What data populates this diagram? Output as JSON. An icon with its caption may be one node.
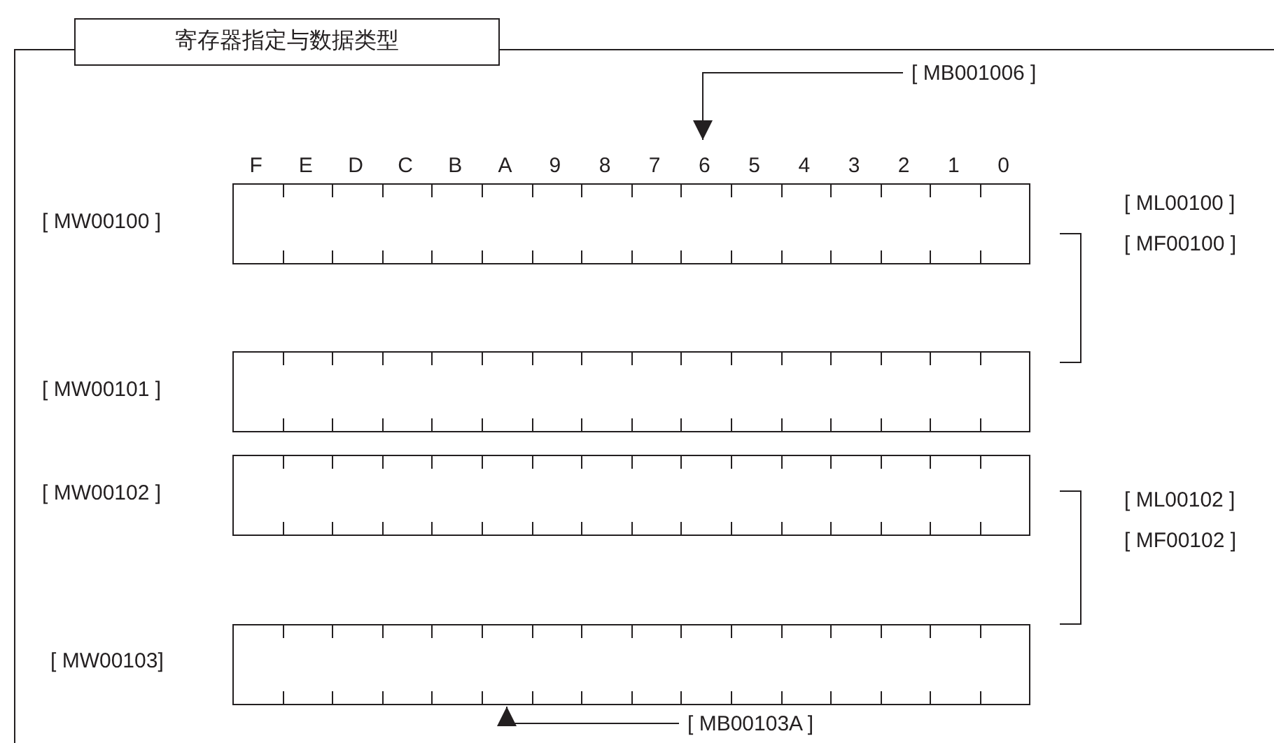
{
  "diagram": {
    "nodes": [
      {
        "text": [
          "寄存器指定与数据类型"
        ]
      },
      {
        "text": [
          "[ MB001006 ]"
        ],
        "in": 0
      },
      {
        "text": [],
        "shape": "bar",
        "in": 0
      },
      {
        "text": [],
        "shape": "bar",
        "in": 0
      },
      {
        "text": [],
        "shape": "bar",
        "in": 0
      },
      {
        "text": [],
        "shape": "bar",
        "in": 0
      },
      {
        "text": [
          "[ MB00103A ]"
        ],
        "in": 0
      }
    ],
    "edges": [
      {
        "from": 1,
        "to": 2,
        "arrow": "to"
      },
      {
        "from": 6,
        "to": 5,
        "arrow": "to"
      }
    ],
    "labels": [
      "F",
      "E",
      "D",
      "C",
      "B",
      "A",
      "9",
      "8",
      "7",
      "6",
      "5",
      "4",
      "3",
      "2",
      "1",
      "0",
      "[ MW00100 ]",
      "[ ML00100 ]",
      "[ MF00100 ]",
      "[ MW00101 ]",
      "[ MW00102 ]",
      "[ ML00102 ]",
      "[ MF00102 ]",
      "[ MW00103]"
    ]
  }
}
